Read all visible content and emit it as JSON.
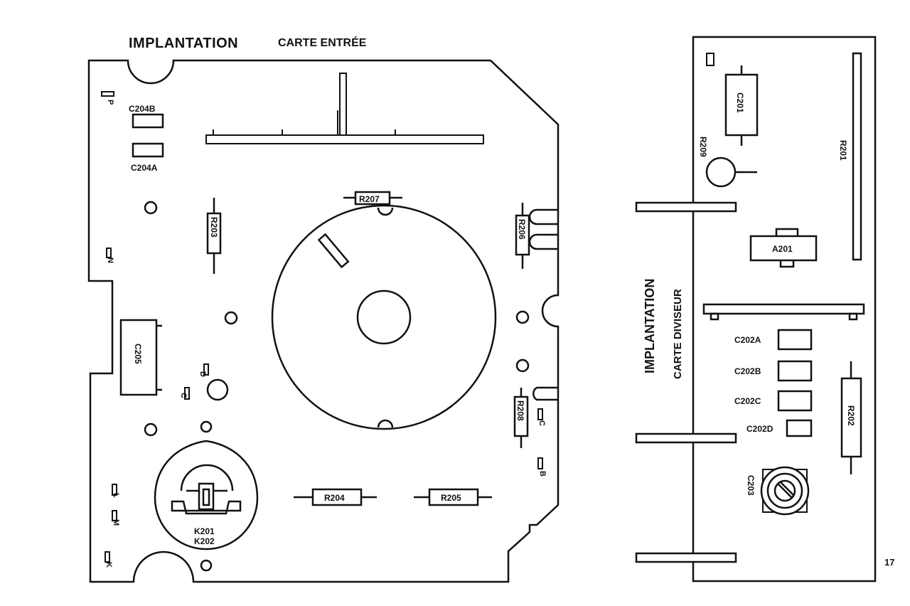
{
  "entree": {
    "title": "IMPLANTATION",
    "subtitle": "CARTE ENTRÉE",
    "labels": {
      "c204b": "C204B",
      "c204a": "C204A",
      "r203": "R203",
      "r207": "R207",
      "r206": "R206",
      "c205": "C205",
      "r208": "R208",
      "r204": "R204",
      "r205": "R205",
      "k201": "K201",
      "k202": "K202",
      "p": "P",
      "n": "N",
      "d": "D",
      "c_small": "C",
      "c_right": "C",
      "b": "B",
      "l": "L",
      "m": "M",
      "k": "K"
    }
  },
  "diviseur": {
    "title": "IMPLANTATION",
    "subtitle": "CARTE DIVISEUR",
    "labels": {
      "c201": "C201",
      "r209": "R209",
      "r201": "R201",
      "a201": "A201",
      "c202a": "C202A",
      "c202b": "C202B",
      "c202c": "C202C",
      "c202d": "C202D",
      "r202": "R202",
      "c203": "C203"
    }
  },
  "page_number": "17",
  "colors": {
    "ink": "#111111",
    "paper": "#ffffff"
  }
}
